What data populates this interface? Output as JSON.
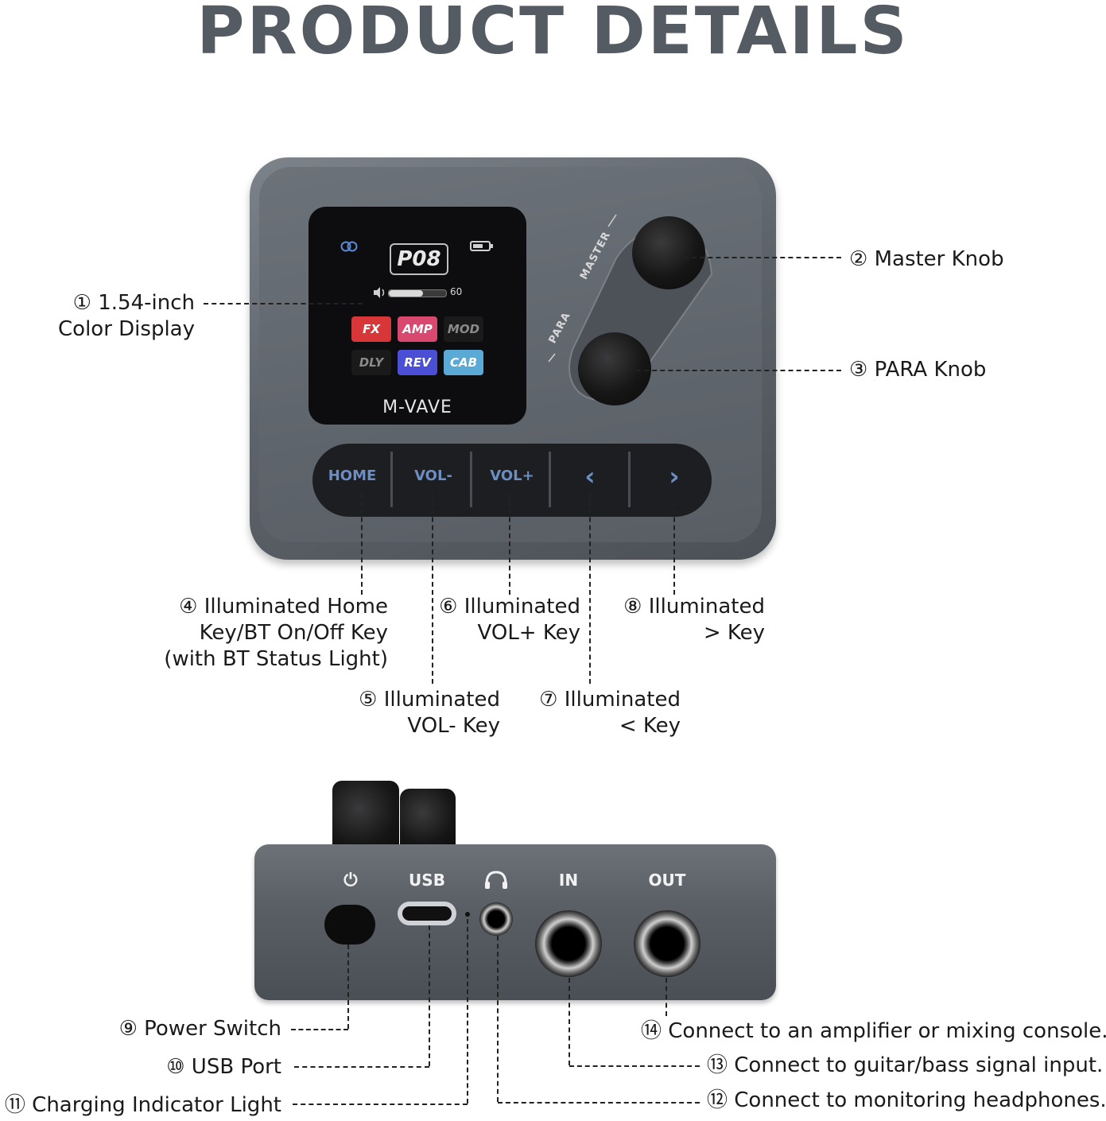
{
  "title": "PRODUCT DETAILS",
  "device_top": {
    "screen": {
      "preset": "P08",
      "volume_value": "60",
      "volume_level": 0.6,
      "tiles": [
        {
          "label": "FX",
          "color": "#d8373a",
          "text_color": "#ffffff"
        },
        {
          "label": "AMP",
          "color": "#d8486f",
          "text_color": "#ffffff"
        },
        {
          "label": "MOD",
          "color": "#1a1a1a",
          "text_color": "#8a8a8a"
        },
        {
          "label": "DLY",
          "color": "#1a1a1a",
          "text_color": "#8a8a8a"
        },
        {
          "label": "REV",
          "color": "#4a4fd6",
          "text_color": "#ffffff"
        },
        {
          "label": "CAB",
          "color": "#5aa9d6",
          "text_color": "#ffffff"
        }
      ],
      "icons": [
        "link-icon",
        "battery-icon",
        "speaker-icon"
      ]
    },
    "brand": "M-VAVE",
    "knob_labels": {
      "master": "MASTER",
      "para": "PARA"
    },
    "keys": [
      {
        "label": "HOME"
      },
      {
        "label": "VOL-"
      },
      {
        "label": "VOL+"
      },
      {
        "label": "‹",
        "icon": "chevron-left-icon"
      },
      {
        "label": "›",
        "icon": "chevron-right-icon"
      }
    ]
  },
  "device_back": {
    "labels": {
      "power": "⏻",
      "usb": "USB",
      "headphone": "🎧",
      "in": "IN",
      "out": "OUT"
    },
    "icons": [
      "power-icon",
      "headphones-icon"
    ]
  },
  "callouts": {
    "c1": [
      "① 1.54-inch",
      "Color Display"
    ],
    "c2": "② Master Knob",
    "c3": "③ PARA Knob",
    "c4": [
      "④ Illuminated Home",
      "Key/BT On/Off Key",
      "(with BT Status Light)"
    ],
    "c5": [
      "⑤ Illuminated",
      "VOL- Key"
    ],
    "c6": [
      "⑥ Illuminated",
      "VOL+ Key"
    ],
    "c7": [
      "⑦ Illuminated",
      "< Key"
    ],
    "c8": [
      "⑧ Illuminated",
      "> Key"
    ],
    "c9": "⑨ Power Switch",
    "c10": "⑩ USB Port",
    "c11": "⑪ Charging Indicator Light",
    "c12": "⑫ Connect to monitoring headphones.",
    "c13": "⑬ Connect to guitar/bass signal input.",
    "c14": "⑭ Connect to an amplifier or mixing console."
  }
}
